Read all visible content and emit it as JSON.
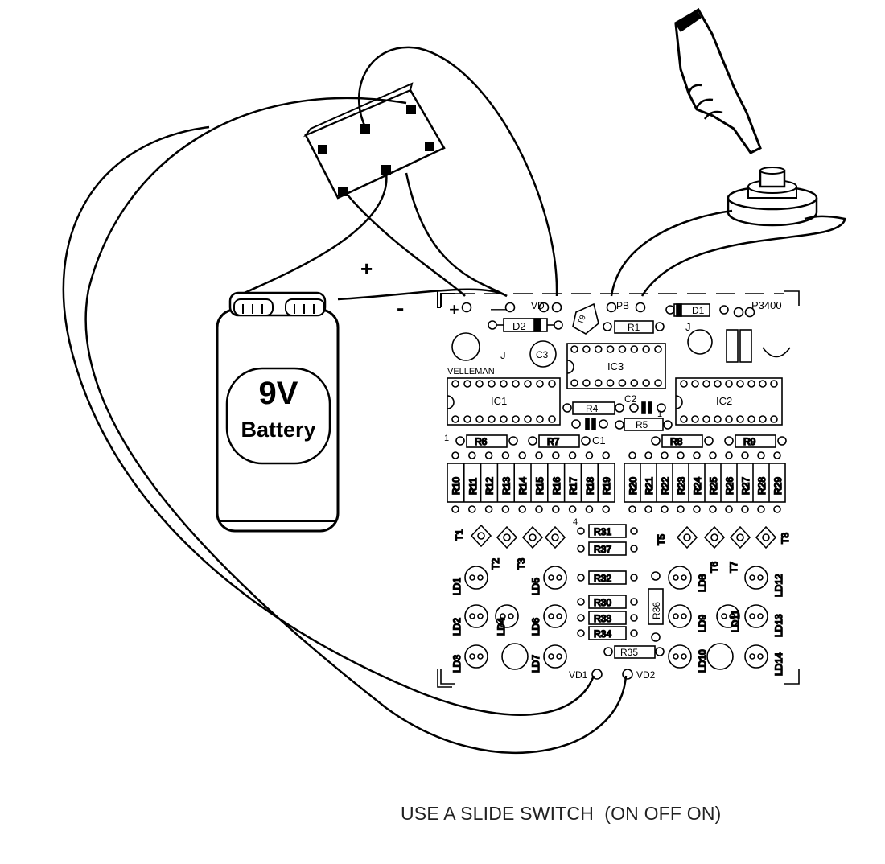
{
  "battery": {
    "voltage": "9V",
    "name": "Battery",
    "plus": "+",
    "minus": "-"
  },
  "board": {
    "id": "P3400",
    "brand": "VELLEMAN",
    "pads": {
      "plus": "+",
      "minus": "—",
      "vd": "VD",
      "pb": "PB",
      "vd1": "VD1",
      "vd2": "VD2",
      "j": "J",
      "one": "1",
      "four": "4"
    },
    "ics": [
      "IC1",
      "IC2",
      "IC3"
    ],
    "caps": [
      "C1",
      "C2",
      "C3"
    ],
    "diodes": [
      "D1",
      "D2"
    ],
    "res_top": [
      "R1",
      "R4",
      "R5",
      "R6",
      "R7",
      "R8",
      "R9"
    ],
    "res_left_bank": [
      "R10",
      "R11",
      "R12",
      "R13",
      "R14",
      "R15",
      "R16",
      "R17",
      "R18",
      "R19"
    ],
    "res_right_bank": [
      "R20",
      "R21",
      "R22",
      "R23",
      "R24",
      "R25",
      "R26",
      "R27",
      "R28",
      "R29"
    ],
    "res_center": [
      "R31",
      "R37",
      "R32",
      "R30",
      "R33",
      "R34",
      "R35",
      "R36"
    ],
    "transistors": [
      "T1",
      "T2",
      "T3",
      "T5",
      "T6",
      "T7",
      "T8"
    ],
    "leds_left": [
      "LD1",
      "LD2",
      "LD3",
      "LD4",
      "LD5",
      "LD6",
      "LD7"
    ],
    "leds_right": [
      "LD8",
      "LD9",
      "LD10",
      "LD11",
      "LD12",
      "LD13",
      "LD14"
    ],
    "tcomp": "T9"
  },
  "caption": "USE A SLIDE SWITCH  (ON OFF ON)"
}
